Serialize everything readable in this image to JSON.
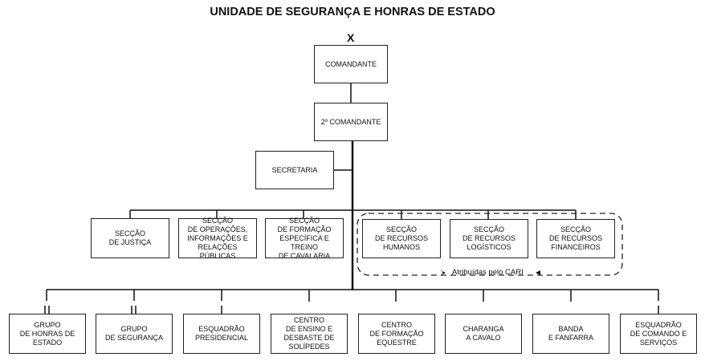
{
  "title": "UNIDADE DE SEGURANÇA E HONRAS DE ESTADO",
  "command_mark": "X",
  "top": {
    "comandante": "COMANDANTE",
    "segundo_comandante": "2º COMANDANTE",
    "secretaria": "SECRETARIA"
  },
  "sections": [
    "SECÇÃO\nDE JUSTIÇA",
    "SECÇÃO\nDE OPERAÇÕES,\nINFORMAÇÕES E\nRELAÇÕES PÚBLICAS",
    "SECÇÃO\nDE FORMAÇÃO\nESPECÍFICA E TREINO\nDE CAVALARIA",
    "SECÇÃO\nDE RECURSOS\nHUMANOS",
    "SECÇÃO\nDE RECURSOS\nLOGÍSTICOS",
    "SECÇÃO\nDE RECURSOS\nFINANCEIROS"
  ],
  "cari_note": "Atribuídas pelo CARI",
  "units": [
    "GRUPO\nDE HONRAS DE\nESTADO",
    "GRUPO\nDE SEGURANÇA",
    "ESQUADRÃO\nPRESIDENCIAL",
    "CENTRO\nDE ENSINO E\nDESBASTE DE\nSOLÍPEDES",
    "CENTRO\nDE FORMAÇÃO\nEQUESTRE",
    "CHARANGA\nA CAVALO",
    "BANDA\nE FANFARRA",
    "ESQUADRÃO\nDE COMANDO E\nSERVIÇOS"
  ]
}
